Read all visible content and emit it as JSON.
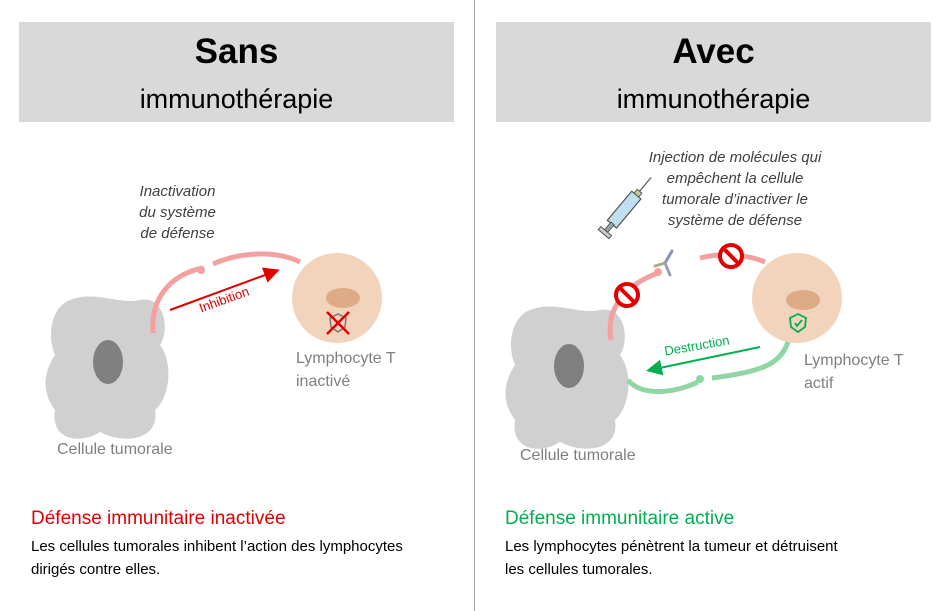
{
  "left": {
    "title": "Sans",
    "subtitle": "immunothérapie",
    "annotation": [
      "Inactivation",
      "du système",
      "de défense"
    ],
    "arrow_label": "Inhibition",
    "lymphocyte_label": [
      "Lymphocyte T",
      "inactivé"
    ],
    "tumor_label": "Cellule tumorale",
    "heading": "Défense immunitaire inactivée",
    "description": [
      "Les cellules tumorales inhibent l’action des lymphocytes",
      "dirigés contre elles."
    ],
    "heading_color": "#e00000"
  },
  "right": {
    "title": "Avec",
    "subtitle": "immunothérapie",
    "annotation": [
      "Injection de molécules qui",
      "empêchent la cellule",
      "tumorale d’inactiver le",
      "système de défense"
    ],
    "arrow_label": "Destruction",
    "lymphocyte_label": [
      "Lymphocyte T",
      "actif"
    ],
    "tumor_label": "Cellule tumorale",
    "heading": "Défense immunitaire active",
    "description": [
      "Les lymphocytes pénètrent la tumeur et détruisent",
      "les cellules tumorales."
    ],
    "heading_color": "#00b050"
  }
}
